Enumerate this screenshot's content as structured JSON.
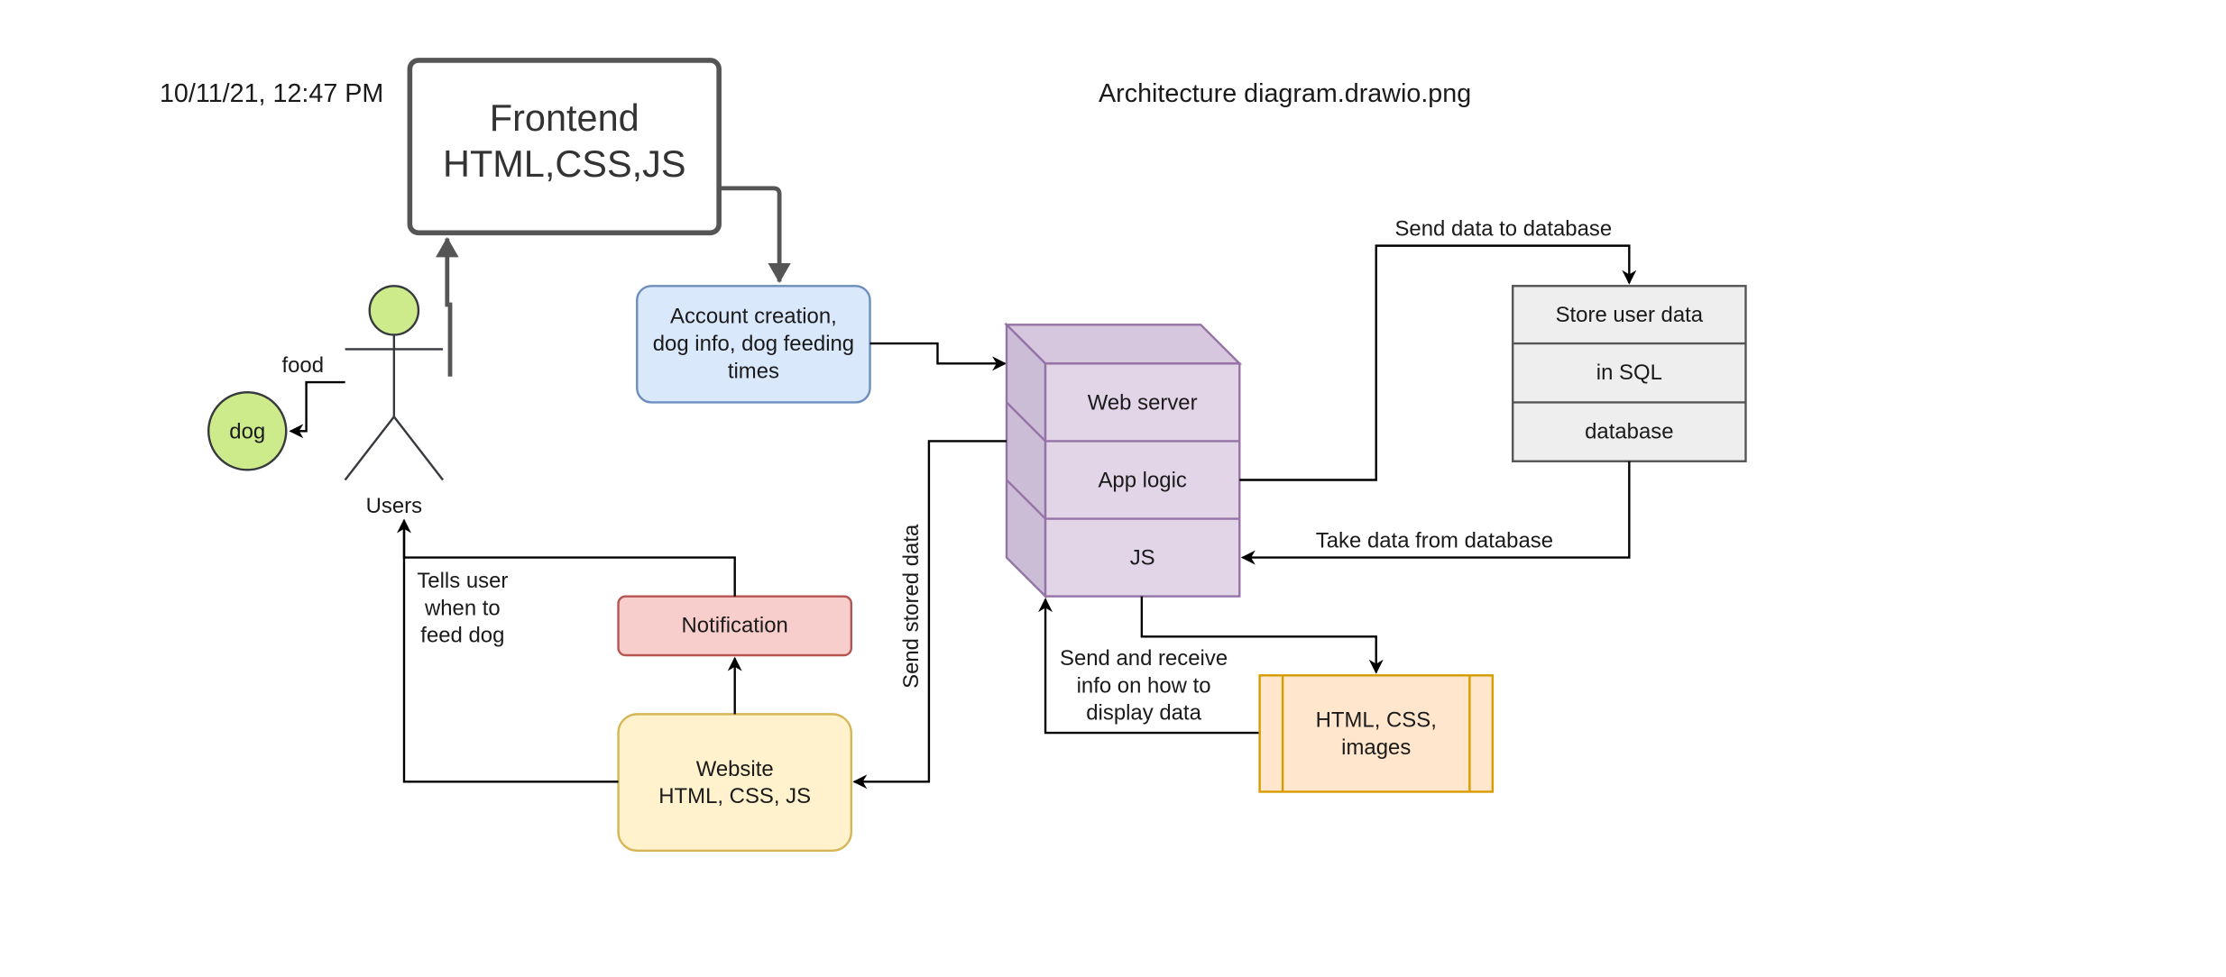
{
  "header": {
    "timestamp": "10/11/21, 12:47 PM",
    "file_title": "Architecture diagram.drawio.png"
  },
  "nodes": {
    "frontend": {
      "line1": "Frontend",
      "line2": "HTML,CSS,JS"
    },
    "account_creation": "Account creation,\ndog info, dog feeding\ntimes",
    "users": "Users",
    "dog": "dog",
    "web_server": "Web server",
    "app_logic": "App logic",
    "js": "JS",
    "store_rows": [
      "Store user data",
      "in SQL",
      "database"
    ],
    "notification": "Notification",
    "website": "Website\nHTML, CSS, JS",
    "html_css_images": "HTML, CSS,\nimages"
  },
  "edges": {
    "food": "food",
    "send_data_to_database": "Send data to database",
    "take_data_from_database": "Take data from database",
    "send_stored_data": "Send stored data",
    "tells_user": "Tells user\nwhen to\nfeed dog",
    "send_and_receive": "Send and receive\ninfo on how to\ndisplay data"
  },
  "colors": {
    "frontend_stroke": "#555555",
    "account_fill": "#dae8fc",
    "account_stroke": "#6c8ebf",
    "actor_fill": "#cdeb8b",
    "actor_stroke": "#36393d",
    "server_fill": "#e1d5e7",
    "server_side": "#cbbdd6",
    "server_stroke": "#9673a6",
    "store_fill": "#eeeeee",
    "store_stroke": "#555555",
    "notification_fill": "#f8cecc",
    "notification_stroke": "#b85450",
    "website_fill": "#fff2cc",
    "website_stroke": "#d6b656",
    "process_fill": "#ffe6cc",
    "process_stroke": "#d79b00"
  }
}
